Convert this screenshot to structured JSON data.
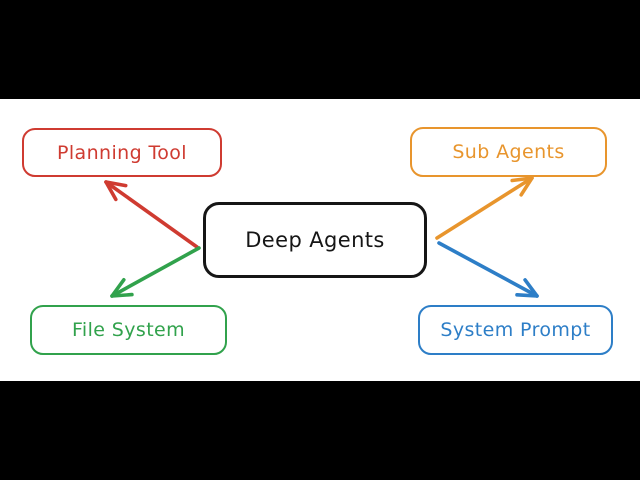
{
  "scene": {
    "letterbox_color": "#000000",
    "canvas_color": "#ffffff"
  },
  "diagram": {
    "center": {
      "label": "Deep Agents",
      "color": "#161616"
    },
    "nodes": [
      {
        "label": "Planning Tool",
        "color": "#cf3b31"
      },
      {
        "label": "Sub Agents",
        "color": "#e8952d"
      },
      {
        "label": "File System",
        "color": "#31a24c"
      },
      {
        "label": "System Prompt",
        "color": "#2d7ec7"
      }
    ],
    "arrows": [
      {
        "from": "deep-agents",
        "to": "planning-tool",
        "color": "#cf3b31"
      },
      {
        "from": "deep-agents",
        "to": "sub-agents",
        "color": "#e8952d"
      },
      {
        "from": "deep-agents",
        "to": "file-system",
        "color": "#31a24c"
      },
      {
        "from": "deep-agents",
        "to": "system-prompt",
        "color": "#2d7ec7"
      }
    ]
  }
}
